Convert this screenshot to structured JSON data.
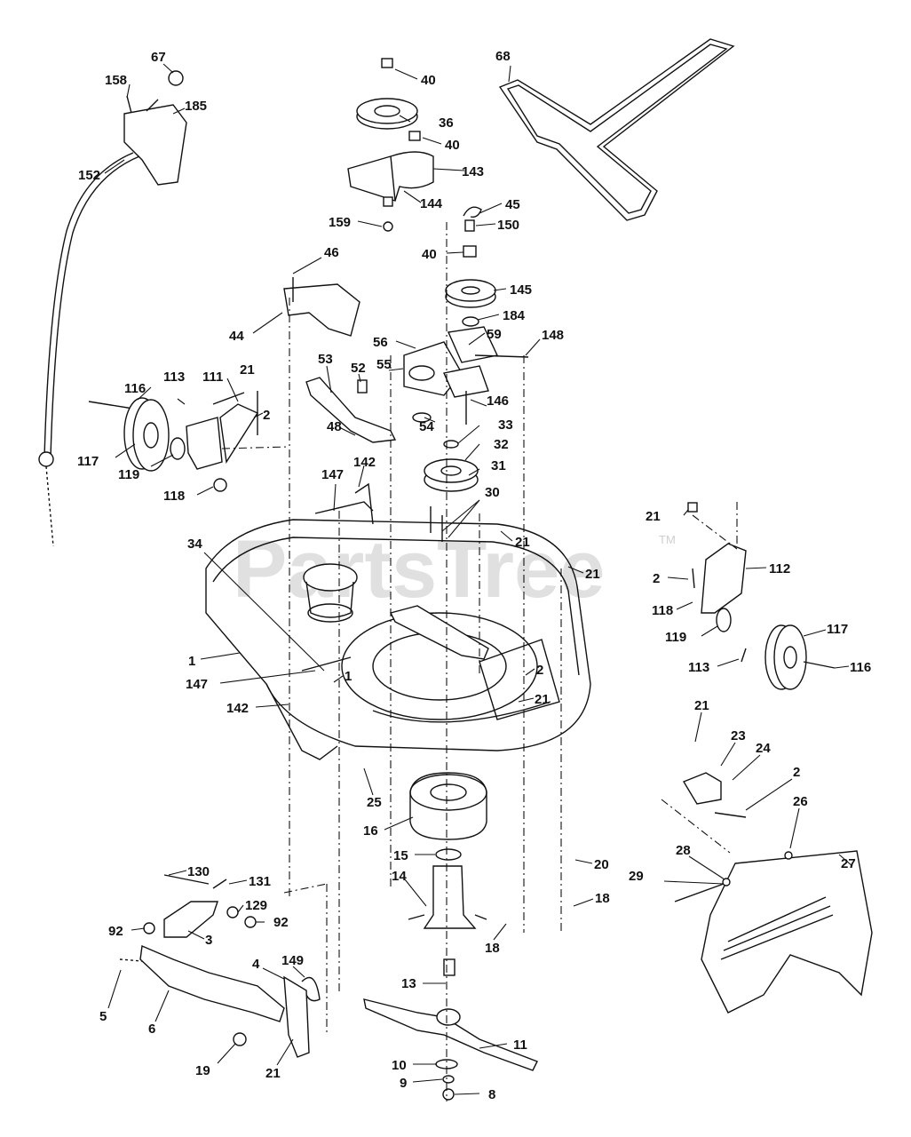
{
  "watermark": {
    "text": "PartsTree",
    "trademark": "TM"
  },
  "callouts": [
    {
      "id": "c67",
      "text": "67"
    },
    {
      "id": "c158",
      "text": "158"
    },
    {
      "id": "c185",
      "text": "185"
    },
    {
      "id": "c152",
      "text": "152"
    },
    {
      "id": "c40a",
      "text": "40"
    },
    {
      "id": "c36",
      "text": "36"
    },
    {
      "id": "c40b",
      "text": "40"
    },
    {
      "id": "c143",
      "text": "143"
    },
    {
      "id": "c144",
      "text": "144"
    },
    {
      "id": "c159",
      "text": "159"
    },
    {
      "id": "c45",
      "text": "45"
    },
    {
      "id": "c150",
      "text": "150"
    },
    {
      "id": "c40c",
      "text": "40"
    },
    {
      "id": "c68",
      "text": "68"
    },
    {
      "id": "c46",
      "text": "46"
    },
    {
      "id": "c44",
      "text": "44"
    },
    {
      "id": "c145",
      "text": "145"
    },
    {
      "id": "c184",
      "text": "184"
    },
    {
      "id": "c56",
      "text": "56"
    },
    {
      "id": "c59",
      "text": "59"
    },
    {
      "id": "c148",
      "text": "148"
    },
    {
      "id": "c53",
      "text": "53"
    },
    {
      "id": "c52",
      "text": "52"
    },
    {
      "id": "c55",
      "text": "55"
    },
    {
      "id": "c116a",
      "text": "116"
    },
    {
      "id": "c113a",
      "text": "113"
    },
    {
      "id": "c111",
      "text": "111"
    },
    {
      "id": "c21a",
      "text": "21"
    },
    {
      "id": "c146",
      "text": "146"
    },
    {
      "id": "c2a",
      "text": "2"
    },
    {
      "id": "c48",
      "text": "48"
    },
    {
      "id": "c54",
      "text": "54"
    },
    {
      "id": "c33",
      "text": "33"
    },
    {
      "id": "c32",
      "text": "32"
    },
    {
      "id": "c117a",
      "text": "117"
    },
    {
      "id": "c119a",
      "text": "119"
    },
    {
      "id": "c31",
      "text": "31"
    },
    {
      "id": "c147a",
      "text": "147"
    },
    {
      "id": "c142a",
      "text": "142"
    },
    {
      "id": "c118a",
      "text": "118"
    },
    {
      "id": "c30",
      "text": "30"
    },
    {
      "id": "c21b",
      "text": "21"
    },
    {
      "id": "c21c",
      "text": "21"
    },
    {
      "id": "c34",
      "text": "34"
    },
    {
      "id": "c21d",
      "text": "21"
    },
    {
      "id": "c112",
      "text": "112"
    },
    {
      "id": "c2b",
      "text": "2"
    },
    {
      "id": "c118b",
      "text": "118"
    },
    {
      "id": "c119b",
      "text": "119"
    },
    {
      "id": "c117b",
      "text": "117"
    },
    {
      "id": "c1a",
      "text": "1"
    },
    {
      "id": "c113b",
      "text": "113"
    },
    {
      "id": "c116b",
      "text": "116"
    },
    {
      "id": "c147b",
      "text": "147"
    },
    {
      "id": "c1b",
      "text": "1"
    },
    {
      "id": "c2c",
      "text": "2"
    },
    {
      "id": "c142b",
      "text": "142"
    },
    {
      "id": "c21e",
      "text": "21"
    },
    {
      "id": "c21f",
      "text": "21"
    },
    {
      "id": "c23",
      "text": "23"
    },
    {
      "id": "c24",
      "text": "24"
    },
    {
      "id": "c25",
      "text": "25"
    },
    {
      "id": "c2d",
      "text": "2"
    },
    {
      "id": "c26",
      "text": "26"
    },
    {
      "id": "c16",
      "text": "16"
    },
    {
      "id": "c15",
      "text": "15"
    },
    {
      "id": "c20",
      "text": "20"
    },
    {
      "id": "c28",
      "text": "28"
    },
    {
      "id": "c27",
      "text": "27"
    },
    {
      "id": "c29",
      "text": "29"
    },
    {
      "id": "c130",
      "text": "130"
    },
    {
      "id": "c131",
      "text": "131"
    },
    {
      "id": "c14",
      "text": "14"
    },
    {
      "id": "c18a",
      "text": "18"
    },
    {
      "id": "c129",
      "text": "129"
    },
    {
      "id": "c92a",
      "text": "92"
    },
    {
      "id": "c92b",
      "text": "92"
    },
    {
      "id": "c3",
      "text": "3"
    },
    {
      "id": "c18b",
      "text": "18"
    },
    {
      "id": "c4",
      "text": "4"
    },
    {
      "id": "c149",
      "text": "149"
    },
    {
      "id": "c13",
      "text": "13"
    },
    {
      "id": "c5",
      "text": "5"
    },
    {
      "id": "c6",
      "text": "6"
    },
    {
      "id": "c11",
      "text": "11"
    },
    {
      "id": "c19",
      "text": "19"
    },
    {
      "id": "c21g",
      "text": "21"
    },
    {
      "id": "c10",
      "text": "10"
    },
    {
      "id": "c9",
      "text": "9"
    },
    {
      "id": "c8",
      "text": "8"
    }
  ]
}
